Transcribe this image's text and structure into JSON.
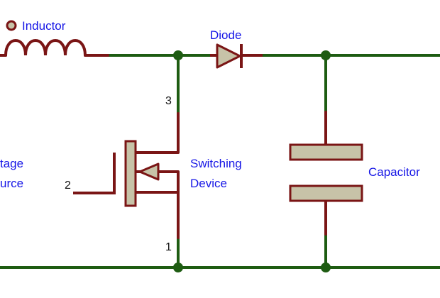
{
  "colors": {
    "wire": "#1e5c12",
    "component": "#7a1515",
    "component_fill": "#c7c3a8",
    "label": "#1515e6",
    "pin_label": "#111111"
  },
  "labels": {
    "inductor": "Inductor",
    "diode": "Diode",
    "switching_line1": "Switching",
    "switching_line2": "Device",
    "capacitor": "Capacitor",
    "source_line1": "tage",
    "source_line2": "urce"
  },
  "pins": {
    "drain": "3",
    "gate": "2",
    "source": "1"
  },
  "icons": [
    "inductor-symbol",
    "diode-symbol",
    "mosfet-symbol",
    "capacitor-symbol",
    "junction-dot"
  ]
}
